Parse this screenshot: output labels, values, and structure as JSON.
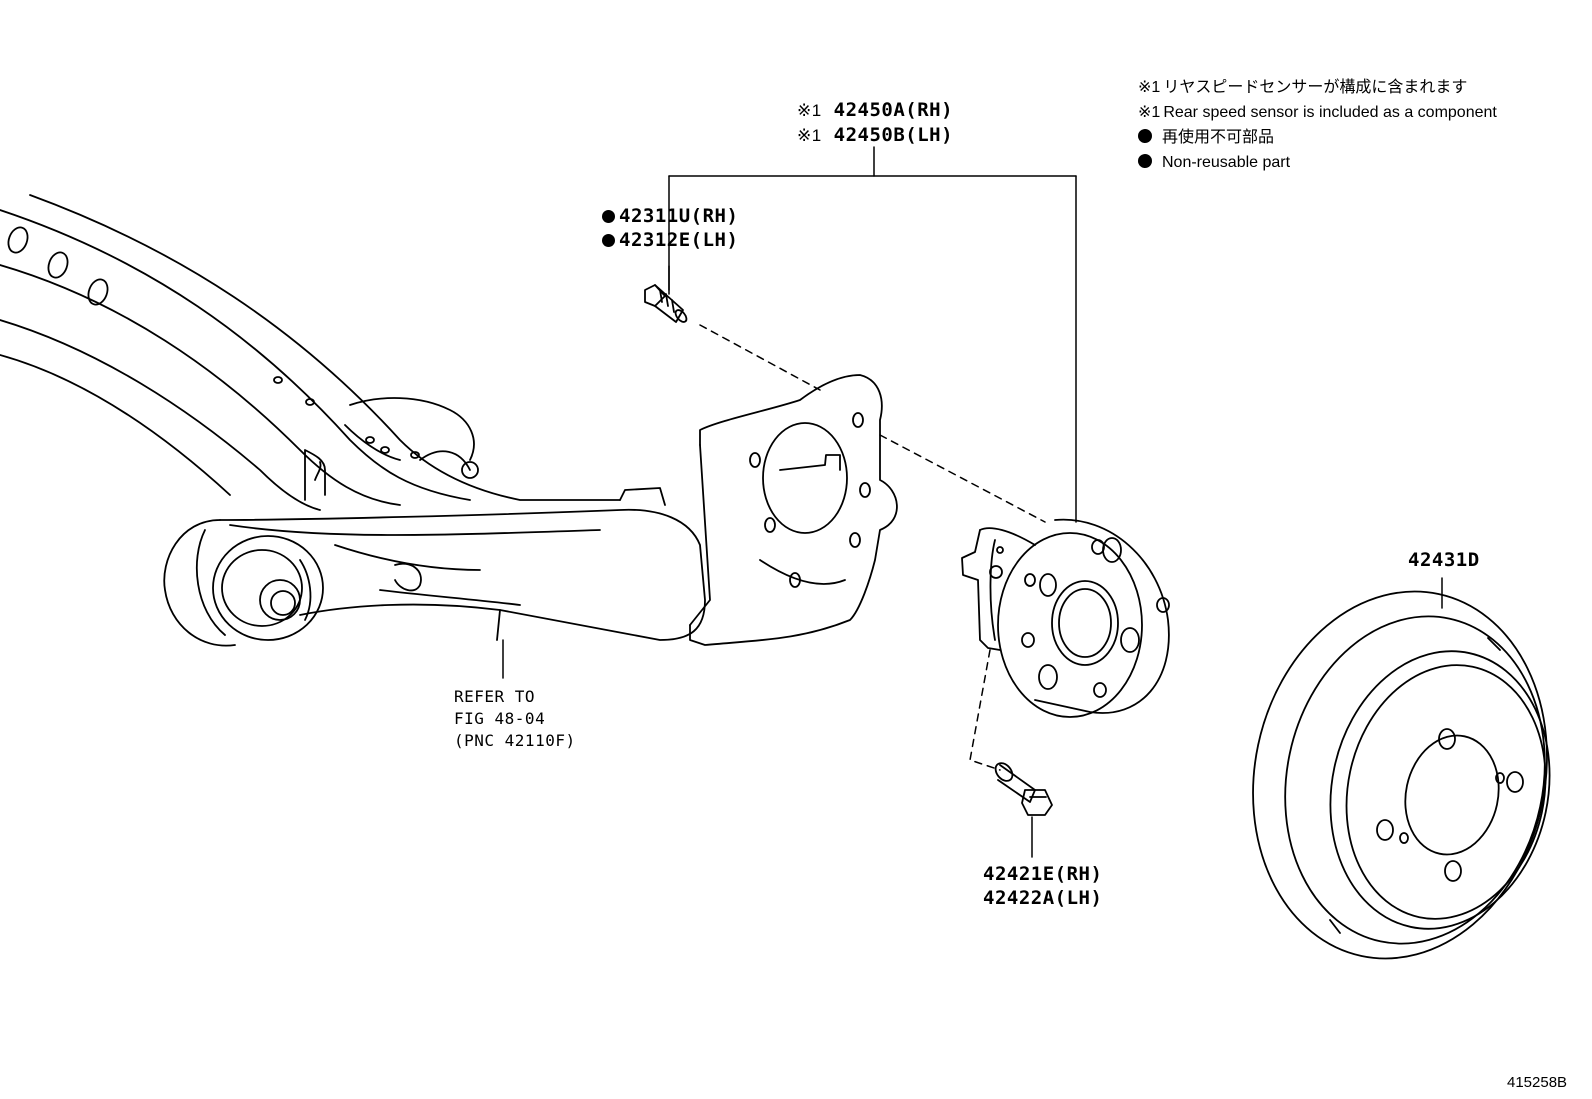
{
  "notes": {
    "lines": [
      {
        "mark": "※1",
        "text": "リヤスピードセンサーが構成に含まれます",
        "dot": false
      },
      {
        "mark": "※1",
        "text": "Rear speed sensor is included as a component",
        "dot": false
      },
      {
        "mark": "",
        "text": "再使用不可部品",
        "dot": true
      },
      {
        "mark": "",
        "text": "Non-reusable part",
        "dot": true
      }
    ]
  },
  "parts": {
    "hub": {
      "mark": "※1",
      "rh": "42450A(RH)",
      "lh": "42450B(LH)"
    },
    "stud": {
      "rh": "42311U(RH)",
      "lh": "42312E(LH)"
    },
    "bolt": {
      "rh": "42421E(RH)",
      "lh": "42422A(LH)"
    },
    "drum": {
      "code": "42431D"
    }
  },
  "refer": {
    "line1": "REFER TO",
    "line2": "FIG 48-04",
    "line3": "(PNC 42110F)"
  },
  "figure_id": "415258B"
}
